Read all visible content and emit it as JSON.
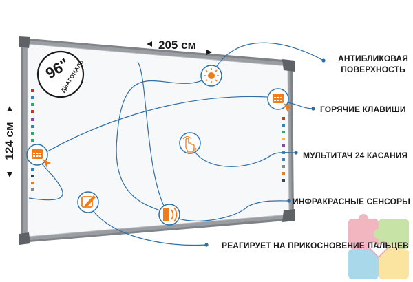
{
  "dimensions": {
    "width_label": "205 см",
    "height_label": "124 см",
    "diagonal_value": "96\"",
    "diagonal_label": "ДИАГОНАЛЬ"
  },
  "features": [
    {
      "label": "АНТИБЛИКОВАЯ\nПОВЕРХНОСТЬ",
      "icon": "sun-icon"
    },
    {
      "label": "ГОРЯЧИЕ КЛАВИШИ",
      "icon": "keypad-icon"
    },
    {
      "label": "МУЛЬТИТАЧ 24 КАСАНИЯ",
      "icon": "multitouch-icon"
    },
    {
      "label": "ИНФРАКРАСНЫЕ СЕНСОРЫ",
      "icon": "infrared-sensor-icon"
    },
    {
      "label": "РЕАГИРУЕТ НА ПРИКОСНОВЕНИЕ ПАЛЬЦЕВ",
      "icon": "pen-touch-icon"
    }
  ],
  "icons": {
    "multitouch_badge": "24"
  },
  "colors": {
    "accent": "#f07d1a",
    "callout_line": "#2d6fa8",
    "frame": "#8a8d91",
    "text": "#1b1b1b"
  }
}
